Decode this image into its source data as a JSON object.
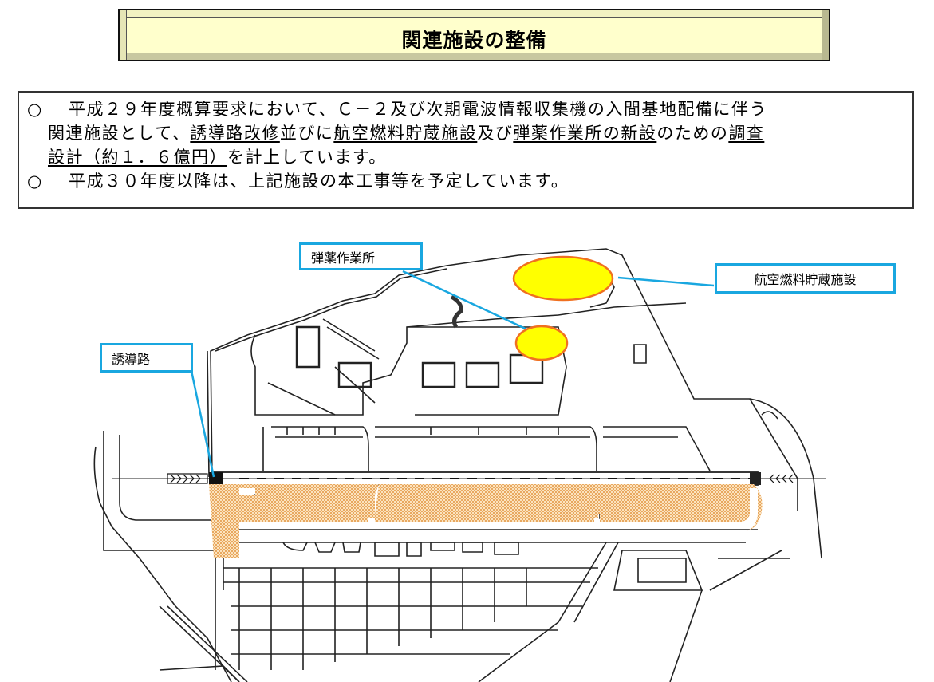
{
  "title": "関連施設の整備",
  "summary": {
    "bullet_symbol": "○",
    "item1": {
      "line1": "平成２９年度概算要求において、Ｃ－２及び次期電波情報収集機の入間基地配備に伴う",
      "line2_a": "関連施設として、",
      "line2_u1": "誘導路改修",
      "line2_b": "並びに",
      "line2_u2": "航空燃料貯蔵施設",
      "line2_c": "及び",
      "line2_u3": "弾薬作業所の新設",
      "line2_d": "のための",
      "line2_u4": "調査",
      "line3_u": "設計（約１．６億円）",
      "line3_b": "を計上しています。"
    },
    "item2": {
      "text": "平成３０年度以降は、上記施設の本工事等を予定しています。"
    }
  },
  "map": {
    "callouts": {
      "ammunition": "弾薬作業所",
      "fuel": "航空燃料貯蔵施設",
      "taxiway": "誘導路"
    },
    "colors": {
      "callout_border": "#19a7e0",
      "highlight_fill": "#ffff00",
      "highlight_stroke": "#f07020",
      "taxiway_fill": "#f0c890"
    }
  }
}
